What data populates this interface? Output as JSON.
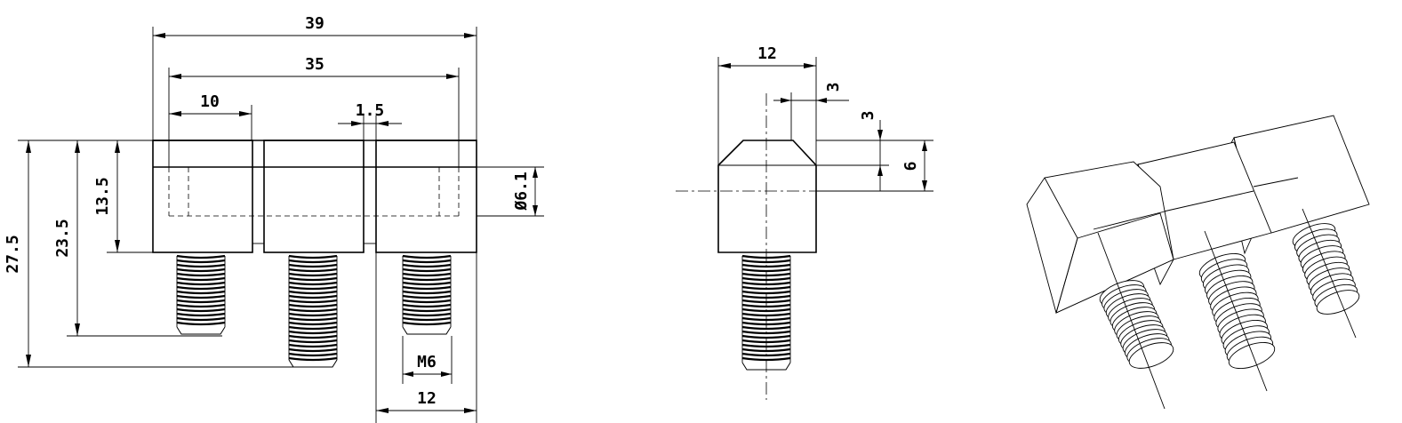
{
  "front_view": {
    "dims": {
      "overall_length": "39",
      "hole_span": "35",
      "segment_width": "10",
      "gap": "1.5",
      "height_total": "27.5",
      "height_mid": "23.5",
      "height_body": "13.5",
      "pin_diameter": "Ø6.1",
      "thread": "M6",
      "thread_block_width": "12"
    }
  },
  "side_view": {
    "dims": {
      "width": "12",
      "chamfer_x": "3",
      "chamfer_y": "3",
      "pin_offset": "6"
    }
  }
}
